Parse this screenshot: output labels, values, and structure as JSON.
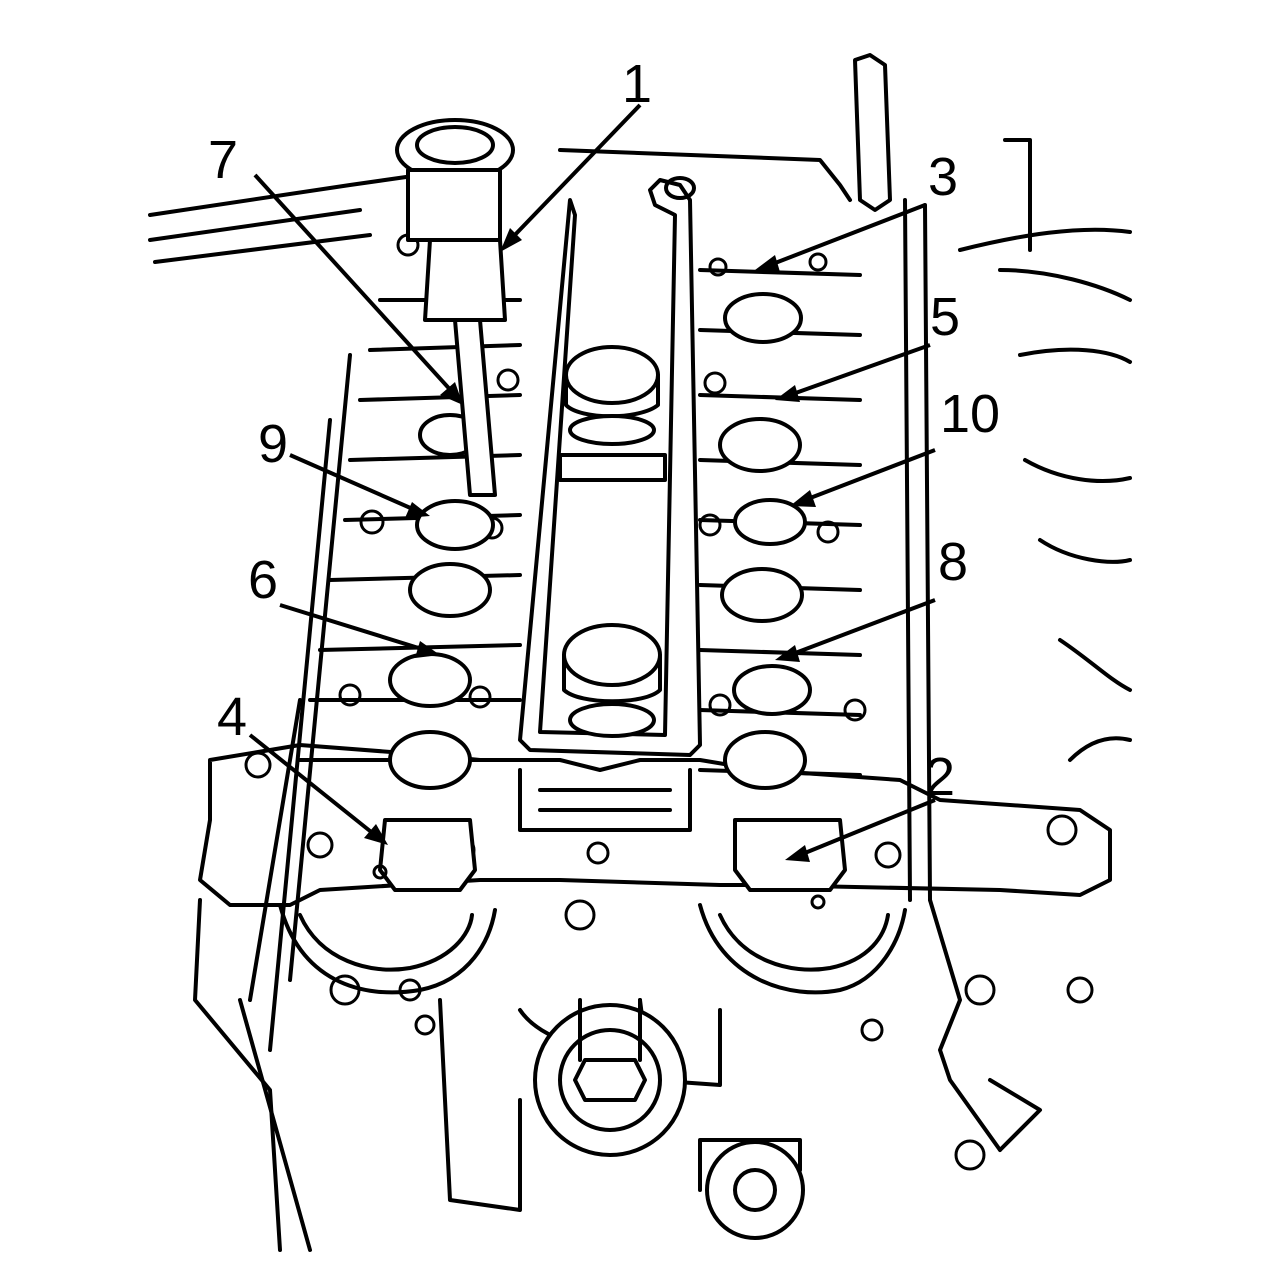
{
  "callouts": [
    {
      "id": "1",
      "label": "1"
    },
    {
      "id": "2",
      "label": "2"
    },
    {
      "id": "3",
      "label": "3"
    },
    {
      "id": "4",
      "label": "4"
    },
    {
      "id": "5",
      "label": "5"
    },
    {
      "id": "6",
      "label": "6"
    },
    {
      "id": "7",
      "label": "7"
    },
    {
      "id": "8",
      "label": "8"
    },
    {
      "id": "9",
      "label": "9"
    },
    {
      "id": "10",
      "label": "10"
    }
  ],
  "colors": {
    "line": "#000000",
    "background": "#ffffff"
  },
  "icons": {
    "tool": "torque-wrench-icon",
    "bolt": "bolt-icon"
  }
}
